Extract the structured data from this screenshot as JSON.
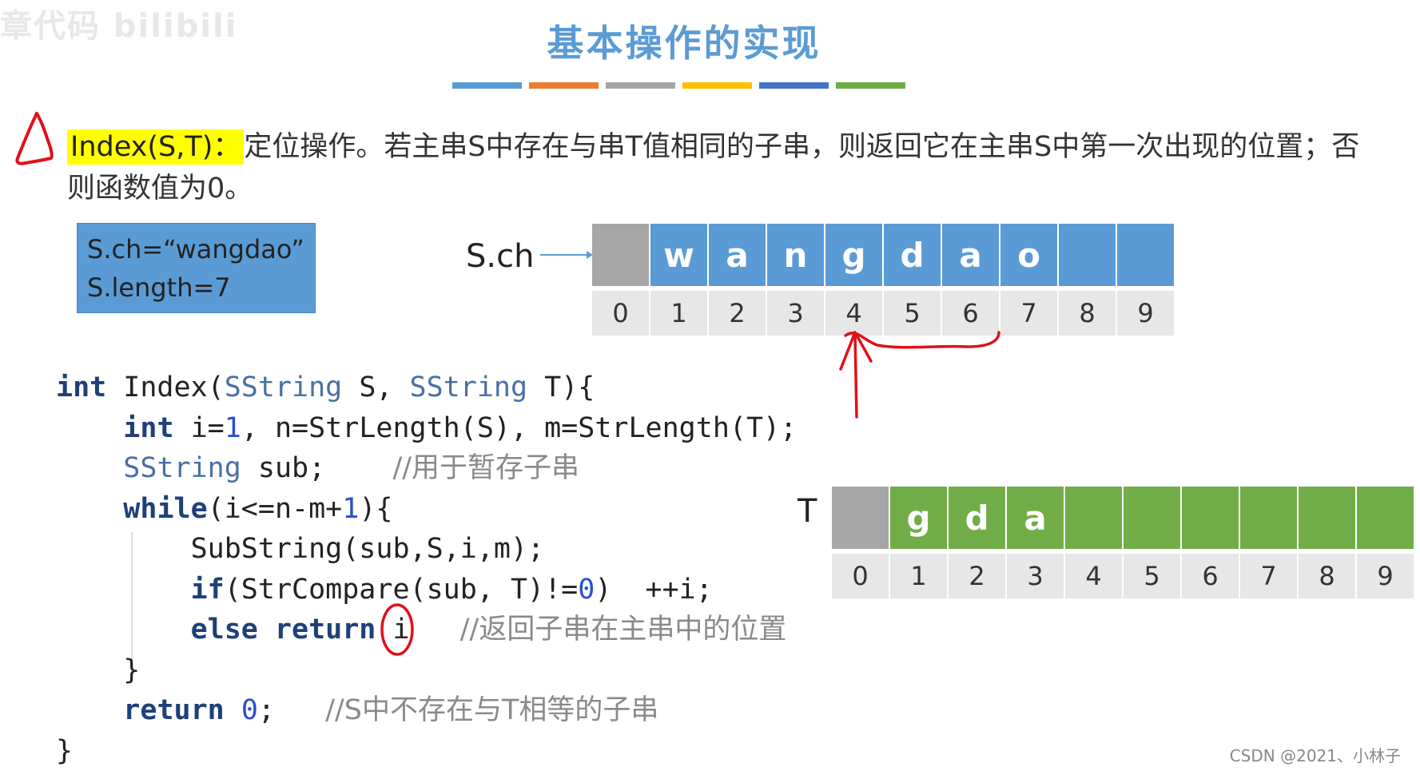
{
  "watermark": "章代码 bilibili",
  "slide": {
    "title": "基本操作的实现",
    "title_bar_colors": [
      "#5b9bd5",
      "#ed7d31",
      "#a5a5a5",
      "#ffc000",
      "#4472c4",
      "#70ad47"
    ]
  },
  "definition": {
    "term": "Index(S,T)：",
    "text": "定位操作。若主串S中存在与串T值相同的子串，则返回它在主串S中第一次出现的位置；否则函数值为0。"
  },
  "s_info": {
    "line1": "S.ch=“wangdao”",
    "line2": "S.length=7"
  },
  "s_array": {
    "label": "S.ch",
    "cells": [
      "",
      "w",
      "a",
      "n",
      "g",
      "d",
      "a",
      "o",
      "",
      ""
    ],
    "indices": [
      "0",
      "1",
      "2",
      "3",
      "4",
      "5",
      "6",
      "7",
      "8",
      "9"
    ],
    "fill_color": "#5b9bd5",
    "empty_color": "#a6a6a6"
  },
  "t_array": {
    "label": "T",
    "cells": [
      "",
      "g",
      "d",
      "a",
      "",
      "",
      "",
      "",
      "",
      ""
    ],
    "indices": [
      "0",
      "1",
      "2",
      "3",
      "4",
      "5",
      "6",
      "7",
      "8",
      "9"
    ],
    "fill_color": "#70ad47",
    "empty_color": "#a6a6a6"
  },
  "code": {
    "l1_kw": "int",
    "l1_a": " Index(",
    "l1_t1": "SString",
    "l1_b": " S, ",
    "l1_t2": "SString",
    "l1_c": " T){",
    "l2_kw": "int",
    "l2_a": " i=",
    "l2_n": "1",
    "l2_b": ", n=StrLength(S), m=StrLength(T);",
    "l3_t": "SString",
    "l3_a": " sub;    ",
    "l3_cm": "//用于暂存子串",
    "l4_kw": "while",
    "l4_a": "(i<=n-m+",
    "l4_n": "1",
    "l4_b": "){",
    "l5": "SubString(sub,S,i,m);",
    "l6_kw": "if",
    "l6_a": "(StrCompare(sub, T)!=",
    "l6_n": "0",
    "l6_b": ")  ++i;",
    "l7_kw": "else return",
    "l7_a": " i   ",
    "l7_cm": "//返回子串在主串中的位置",
    "l8": "}",
    "l9_kw": "return",
    "l9_n": "0",
    "l9_a": ";   ",
    "l9_cm": "//S中不存在与T相等的子串",
    "l10": "}"
  },
  "footer": "CSDN @2021、小林子",
  "annotation_color": "#e0101a"
}
